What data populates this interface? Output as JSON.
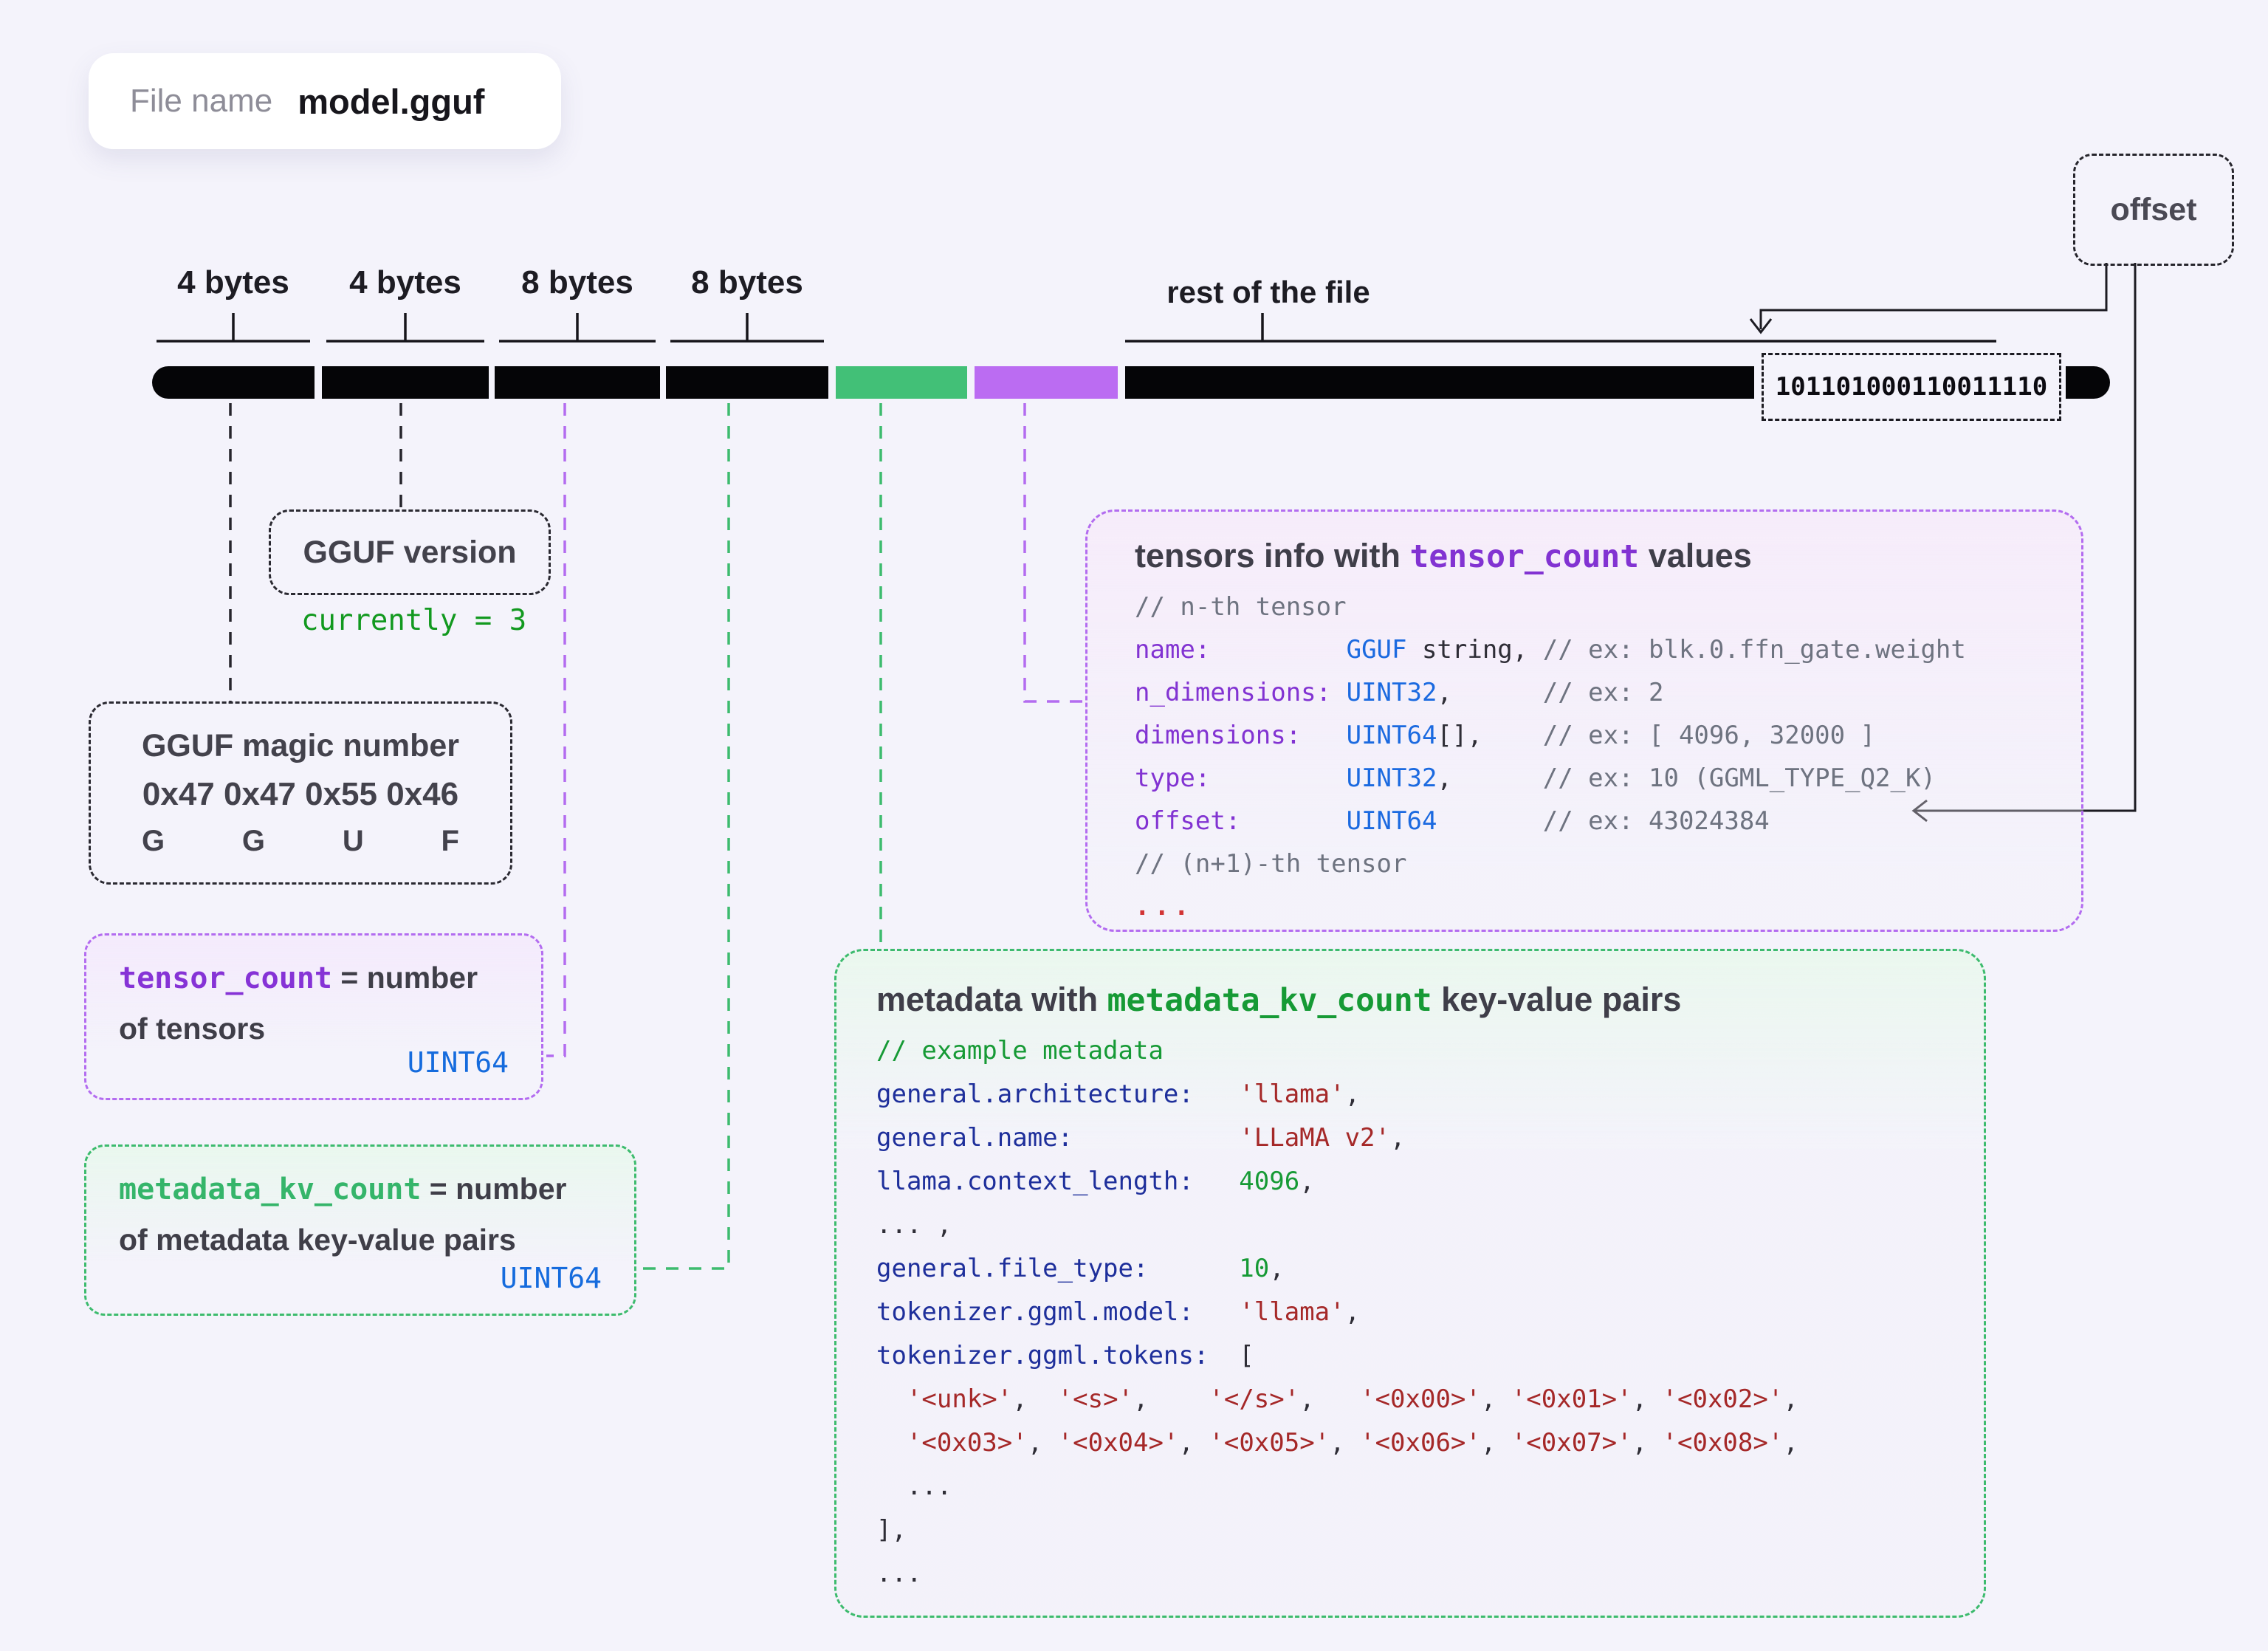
{
  "file_pill": {
    "label": "File name",
    "value": "model.gguf"
  },
  "offset_box": {
    "label": "offset"
  },
  "bar": {
    "byte_labels": [
      "4 bytes",
      "4 bytes",
      "8 bytes",
      "8 bytes"
    ],
    "rest_label": "rest of the file",
    "binary_value": "101101000110011110",
    "segment_names": [
      "magic-number",
      "version",
      "tensor-count",
      "metadata-kv-count",
      "metadata",
      "tensors-info",
      "rest-of-file"
    ],
    "colors": {
      "black": "#050507",
      "green": "#42c077",
      "purple": "#bb6cf2"
    }
  },
  "version_box": {
    "title": "GGUF version",
    "note": "currently = 3"
  },
  "magic_box": {
    "title": "GGUF magic number",
    "hex": "0x47 0x47 0x55 0x46",
    "chars": [
      "G",
      "G",
      "U",
      "F"
    ]
  },
  "tensor_count_box": {
    "keyword": "tensor_count",
    "rest1": " = number",
    "line2": "of tensors",
    "type": "UINT64"
  },
  "metadata_kv_box": {
    "keyword": "metadata_kv_count",
    "rest1": " = number",
    "line2": "of metadata key-value pairs",
    "type": "UINT64"
  },
  "tensors_box": {
    "title_pre": "tensors info with ",
    "title_kw": "tensor_count",
    "title_post": " values",
    "lines": [
      [
        [
          "c",
          "// n-th tensor"
        ]
      ],
      [
        [
          "k",
          "name:"
        ],
        [
          "d",
          "         "
        ],
        [
          "t",
          "GGUF"
        ],
        [
          "d",
          " string, "
        ],
        [
          "c",
          "// ex: blk.0.ffn_gate.weight"
        ]
      ],
      [
        [
          "k",
          "n_dimensions:"
        ],
        [
          "d",
          " "
        ],
        [
          "t",
          "UINT32"
        ],
        [
          "d",
          ",      "
        ],
        [
          "c",
          "// ex: 2"
        ]
      ],
      [
        [
          "k",
          "dimensions:"
        ],
        [
          "d",
          "   "
        ],
        [
          "t",
          "UINT64"
        ],
        [
          "d",
          "[],    "
        ],
        [
          "c",
          "// ex: [ 4096, 32000 ]"
        ]
      ],
      [
        [
          "k",
          "type:"
        ],
        [
          "d",
          "         "
        ],
        [
          "t",
          "UINT32"
        ],
        [
          "d",
          ",      "
        ],
        [
          "c",
          "// ex: 10 (GGML_TYPE_Q2_K)"
        ]
      ],
      [
        [
          "k",
          "offset:"
        ],
        [
          "d",
          "       "
        ],
        [
          "t",
          "UINT64"
        ],
        [
          "d",
          "       "
        ],
        [
          "c",
          "// ex: 43024384"
        ]
      ],
      [
        [
          "c",
          "// (n+1)-th tensor"
        ]
      ],
      [
        [
          "r",
          "..."
        ]
      ]
    ]
  },
  "metadata_box": {
    "title_pre": "metadata with ",
    "title_kw": "metadata_kv_count",
    "title_post": " key-value pairs",
    "lines": [
      [
        [
          "gc",
          "// example metadata"
        ]
      ],
      [
        [
          "nk",
          "general.architecture:"
        ],
        [
          "d",
          "   "
        ],
        [
          "s",
          "'llama'"
        ],
        [
          "d",
          ","
        ]
      ],
      [
        [
          "nk",
          "general.name:"
        ],
        [
          "d",
          "           "
        ],
        [
          "s",
          "'LLaMA v2'"
        ],
        [
          "d",
          ","
        ]
      ],
      [
        [
          "nk",
          "llama.context_length:"
        ],
        [
          "d",
          "   "
        ],
        [
          "n",
          "4096"
        ],
        [
          "d",
          ","
        ]
      ],
      [
        [
          "d",
          "... ,"
        ]
      ],
      [
        [
          "nk",
          "general.file_type:"
        ],
        [
          "d",
          "      "
        ],
        [
          "n",
          "10"
        ],
        [
          "d",
          ","
        ]
      ],
      [
        [
          "nk",
          "tokenizer.ggml.model:"
        ],
        [
          "d",
          "   "
        ],
        [
          "s",
          "'llama'"
        ],
        [
          "d",
          ","
        ]
      ],
      [
        [
          "nk",
          "tokenizer.ggml.tokens:"
        ],
        [
          "d",
          "  ["
        ]
      ],
      [
        [
          "d",
          "  "
        ],
        [
          "s",
          "'<unk>'"
        ],
        [
          "d",
          ",  "
        ],
        [
          "s",
          "'<s>'"
        ],
        [
          "d",
          ",    "
        ],
        [
          "s",
          "'</s>'"
        ],
        [
          "d",
          ",   "
        ],
        [
          "s",
          "'<0x00>'"
        ],
        [
          "d",
          ", "
        ],
        [
          "s",
          "'<0x01>'"
        ],
        [
          "d",
          ", "
        ],
        [
          "s",
          "'<0x02>'"
        ],
        [
          "d",
          ","
        ]
      ],
      [
        [
          "d",
          "  "
        ],
        [
          "s",
          "'<0x03>'"
        ],
        [
          "d",
          ", "
        ],
        [
          "s",
          "'<0x04>'"
        ],
        [
          "d",
          ", "
        ],
        [
          "s",
          "'<0x05>'"
        ],
        [
          "d",
          ", "
        ],
        [
          "s",
          "'<0x06>'"
        ],
        [
          "d",
          ", "
        ],
        [
          "s",
          "'<0x07>'"
        ],
        [
          "d",
          ", "
        ],
        [
          "s",
          "'<0x08>'"
        ],
        [
          "d",
          ","
        ]
      ],
      [
        [
          "d",
          "  ..."
        ]
      ],
      [
        [
          "d",
          "],"
        ]
      ],
      [
        [
          "d",
          "..."
        ]
      ]
    ]
  }
}
